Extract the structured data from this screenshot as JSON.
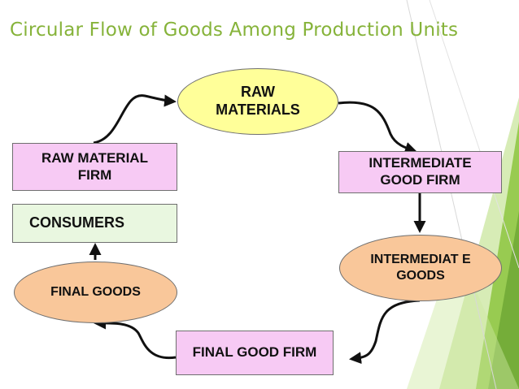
{
  "title": "Circular Flow of Goods Among Production Units",
  "nodes": {
    "raw_materials": "RAW MATERIALS",
    "raw_material_firm": "RAW MATERIAL FIRM",
    "intermediate_good_firm": "INTERMEDIATE GOOD FIRM",
    "consumers": "CONSUMERS",
    "intermediate_goods": "INTERMEDIAT E GOODS",
    "final_goods": "FINAL GOODS",
    "final_good_firm": "FINAL GOOD FIRM"
  },
  "colors": {
    "title": "#86b33a",
    "firm_box": "#f7caf4",
    "consumers_box": "#e9f7e0",
    "raw_materials_ellipse": "#ffff99",
    "goods_ellipse": "#f9c79a",
    "decor_green": "#8dc63f"
  }
}
